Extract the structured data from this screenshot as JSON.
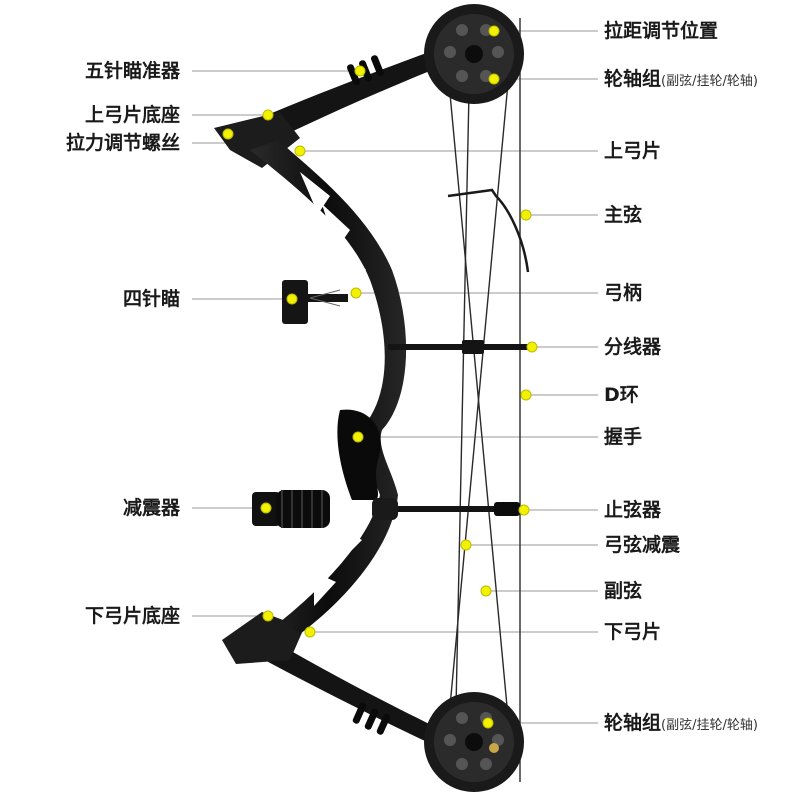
{
  "labels_left": [
    {
      "id": "five-pin-sight",
      "text": "五针瞄准器"
    },
    {
      "id": "upper-limb-pocket",
      "text": "上弓片底座"
    },
    {
      "id": "draw-weight-screw",
      "text": "拉力调节螺丝"
    },
    {
      "id": "four-pin-sight",
      "text": "四针瞄"
    },
    {
      "id": "stabilizer",
      "text": "减震器"
    },
    {
      "id": "lower-limb-pocket",
      "text": "下弓片底座"
    }
  ],
  "labels_right": [
    {
      "id": "draw-length-adjust",
      "text": "拉距调节位置",
      "sub": ""
    },
    {
      "id": "upper-cam",
      "text": "轮轴组",
      "sub": "(副弦/挂轮/轮轴)"
    },
    {
      "id": "upper-limb",
      "text": "上弓片",
      "sub": ""
    },
    {
      "id": "main-string",
      "text": "主弦",
      "sub": ""
    },
    {
      "id": "riser",
      "text": "弓柄",
      "sub": ""
    },
    {
      "id": "cable-slide",
      "text": "分线器",
      "sub": ""
    },
    {
      "id": "d-loop",
      "text": "D环",
      "sub": ""
    },
    {
      "id": "grip",
      "text": "握手",
      "sub": ""
    },
    {
      "id": "string-stopper",
      "text": "止弦器",
      "sub": ""
    },
    {
      "id": "string-damper",
      "text": "弓弦减震",
      "sub": ""
    },
    {
      "id": "cable",
      "text": "副弦",
      "sub": ""
    },
    {
      "id": "lower-limb",
      "text": "下弓片",
      "sub": ""
    },
    {
      "id": "lower-cam",
      "text": "轮轴组",
      "sub": "(副弦/挂轮/轮轴)"
    }
  ],
  "colors": {
    "marker": "#f2f200",
    "leader": "#9a9a9a",
    "bow": "#141414",
    "text": "#1a1a1a"
  }
}
